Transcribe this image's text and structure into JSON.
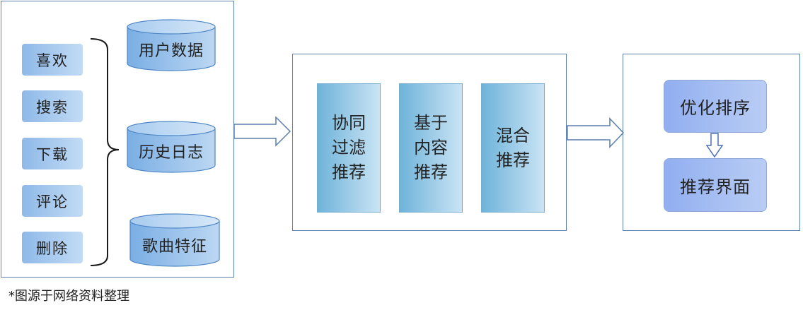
{
  "actions": [
    "喜欢",
    "搜索",
    "下载",
    "评论",
    "删除"
  ],
  "data_sources": [
    "用户数据",
    "历史日志",
    "歌曲特征"
  ],
  "algorithms": [
    [
      "协同",
      "过滤",
      "推荐"
    ],
    [
      "基于",
      "内容",
      "推荐"
    ],
    [
      "混合",
      "推荐"
    ]
  ],
  "output": {
    "sort": "优化排序",
    "interface": "推荐界面"
  },
  "note": "*图源于网络资料整理",
  "colors": {
    "panel_border": "#5b7fae",
    "action_fill": "#a9cbef",
    "cylinder_fill": "#9cc3ec",
    "algorithm_fill": "#8fc4e3",
    "output_fill": "#a2bcf2"
  }
}
